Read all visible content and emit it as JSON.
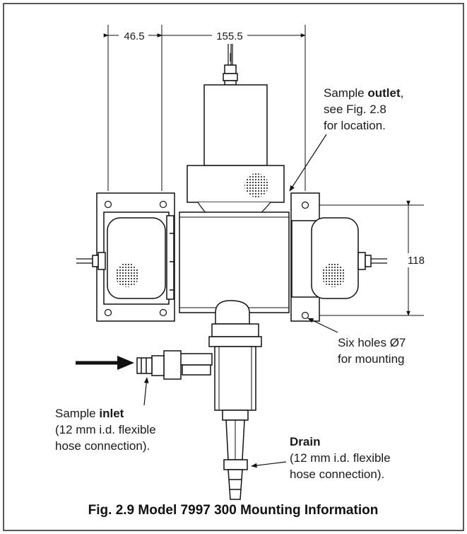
{
  "dimensions": {
    "left_width": "46.5",
    "center_width": "155.5",
    "height": "118"
  },
  "callouts": {
    "outlet": {
      "prefix": "Sample ",
      "bold": "outlet",
      "suffix": ",",
      "line2": "see Fig. 2.8",
      "line3": "for location."
    },
    "holes": {
      "line1": "Six holes Ø7",
      "line2": "for mounting"
    },
    "inlet": {
      "prefix": "Sample ",
      "bold": "inlet",
      "line2": "(12 mm i.d. flexible",
      "line3": "hose connection)."
    },
    "drain": {
      "bold": "Drain",
      "line2": "(12 mm i.d. flexible",
      "line3": "hose connection)."
    }
  },
  "caption": "Fig. 2.9 Model 7997 300 Mounting Information"
}
